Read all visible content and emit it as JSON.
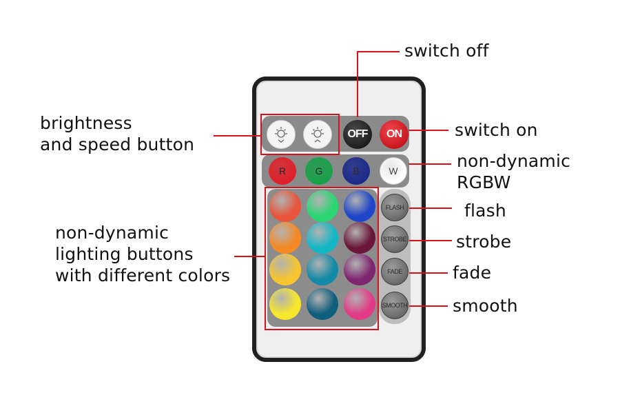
{
  "labels": {
    "switch_off": "switch off",
    "switch_on": "switch on",
    "brightness_line1": "brightness",
    "brightness_line2": "and speed button",
    "rgbw_line1": "non-dynamic",
    "rgbw_line2": "RGBW",
    "flash": "flash",
    "strobe": "strobe",
    "fade": "fade",
    "smooth": "smooth",
    "lighting_line1": "non-dynamic",
    "lighting_line2": "lighting buttons",
    "lighting_line3": "with different colors"
  },
  "remote": {
    "power": {
      "off_label": "OFF",
      "on_label": "ON"
    },
    "rgbw": [
      {
        "label": "R",
        "color": "#e0202a"
      },
      {
        "label": "G",
        "color": "#19a04a"
      },
      {
        "label": "B",
        "color": "#1c2a8a"
      },
      {
        "label": "W",
        "color": "#ffffff"
      }
    ],
    "functions": [
      {
        "label": "FLASH"
      },
      {
        "label": "STROBE"
      },
      {
        "label": "FADE"
      },
      {
        "label": "SMOOTH"
      }
    ],
    "color_grid": [
      [
        "#e8553a",
        "#2ad672",
        "#1f45c8"
      ],
      [
        "#f58a24",
        "#14b6c6",
        "#6a1638"
      ],
      [
        "#f7c52f",
        "#138aa6",
        "#7e2670"
      ],
      [
        "#f6e72c",
        "#0f5e7c",
        "#e23a86"
      ]
    ]
  },
  "colors": {
    "annotation_red": "#d4121c",
    "off_button": "#2a2a2a",
    "on_button": "#e0202a",
    "remote_border": "#202020"
  }
}
